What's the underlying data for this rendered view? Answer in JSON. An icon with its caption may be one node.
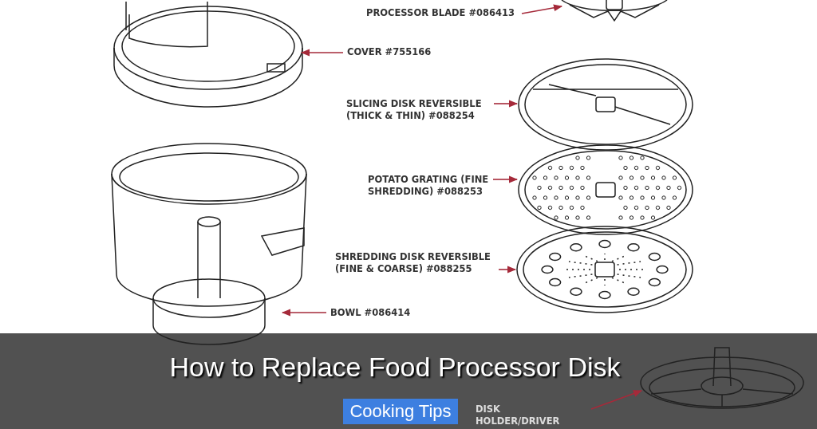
{
  "diagram": {
    "title": "How to Replace Food Processor Disk",
    "nodes": [
      {
        "text": [
          "PROCESSOR BLADE #086413"
        ]
      },
      {
        "text": [],
        "shape": "picture"
      },
      {
        "text": [
          "COVER #755166"
        ]
      },
      {
        "text": [],
        "shape": "picture"
      },
      {
        "text": [
          "SLICING DISK REVERSIBLE (THICK & THIN) #088254"
        ]
      },
      {
        "text": [],
        "shape": "picture"
      },
      {
        "text": [
          "POTATO GRATING (FINE SHREDDING) #088253"
        ]
      },
      {
        "text": [],
        "shape": "picture"
      },
      {
        "text": [
          "SHREDDING DISK REVERSIBLE (FINE & COARSE) #088255"
        ]
      },
      {
        "text": [],
        "shape": "picture"
      },
      {
        "text": [
          "BOWL #086414"
        ]
      },
      {
        "text": [],
        "shape": "picture"
      },
      {
        "text": [
          "DISK HOLDER/DRIVER"
        ]
      },
      {
        "text": [],
        "shape": "picture"
      }
    ],
    "edges": [
      {
        "from": 0,
        "to": 1,
        "arrow": "to"
      },
      {
        "from": 2,
        "to": 3,
        "arrow": "to"
      },
      {
        "from": 4,
        "to": 5,
        "arrow": "to"
      },
      {
        "from": 6,
        "to": 7,
        "arrow": "to"
      },
      {
        "from": 8,
        "to": 9,
        "arrow": "to"
      },
      {
        "from": 10,
        "to": 11,
        "arrow": "to"
      },
      {
        "from": 12,
        "to": 13,
        "arrow": "to"
      }
    ],
    "labels": [
      "Cooking Tips"
    ]
  }
}
